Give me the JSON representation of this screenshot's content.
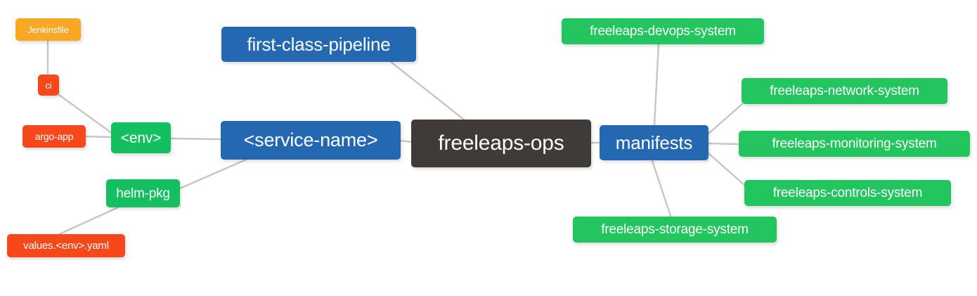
{
  "diagram": {
    "type": "mindmap",
    "title": "freeleaps-ops",
    "background": "#ffffff",
    "edge_color": "#c6c6c6",
    "palette": {
      "root": "#3f3b38",
      "blue": "#2468b2",
      "green": "#22c55e",
      "green_dark": "#13bf5f",
      "orange": "#f9a825",
      "red": "#f7481c"
    }
  },
  "nodes": {
    "root": {
      "label": "freeleaps-ops",
      "color": "#3f3b38"
    },
    "service_name": {
      "label": "<service-name>",
      "color": "#2468b2"
    },
    "first_class_pipeline": {
      "label": "first-class-pipeline",
      "color": "#2468b2"
    },
    "manifests": {
      "label": "manifests",
      "color": "#2468b2"
    },
    "env": {
      "label": "<env>",
      "color": "#22c55e"
    },
    "helm_pkg": {
      "label": "helm-pkg",
      "color": "#22c55e"
    },
    "jenkinsfile": {
      "label": "Jenkinsfile",
      "color": "#f9a825"
    },
    "ci": {
      "label": "ci",
      "color": "#f7481c"
    },
    "argo_app": {
      "label": "argo-app",
      "color": "#f7481c"
    },
    "values_yaml": {
      "label": "values.<env>.yaml",
      "color": "#f7481c"
    },
    "devops_system": {
      "label": "freeleaps-devops-system",
      "color": "#22c55e"
    },
    "network_system": {
      "label": "freeleaps-network-system",
      "color": "#22c55e"
    },
    "monitoring_system": {
      "label": "freeleaps-monitoring-system",
      "color": "#22c55e"
    },
    "controls_system": {
      "label": "freeleaps-controls-system",
      "color": "#22c55e"
    },
    "storage_system": {
      "label": "freeleaps-storage-system",
      "color": "#22c55e"
    }
  },
  "edges": [
    {
      "from": "root",
      "to": "service_name"
    },
    {
      "from": "root",
      "to": "first_class_pipeline"
    },
    {
      "from": "root",
      "to": "manifests"
    },
    {
      "from": "service_name",
      "to": "env"
    },
    {
      "from": "service_name",
      "to": "helm_pkg"
    },
    {
      "from": "env",
      "to": "ci"
    },
    {
      "from": "env",
      "to": "argo_app"
    },
    {
      "from": "ci",
      "to": "jenkinsfile"
    },
    {
      "from": "helm_pkg",
      "to": "values_yaml"
    },
    {
      "from": "manifests",
      "to": "devops_system"
    },
    {
      "from": "manifests",
      "to": "network_system"
    },
    {
      "from": "manifests",
      "to": "monitoring_system"
    },
    {
      "from": "manifests",
      "to": "controls_system"
    },
    {
      "from": "manifests",
      "to": "storage_system"
    }
  ]
}
